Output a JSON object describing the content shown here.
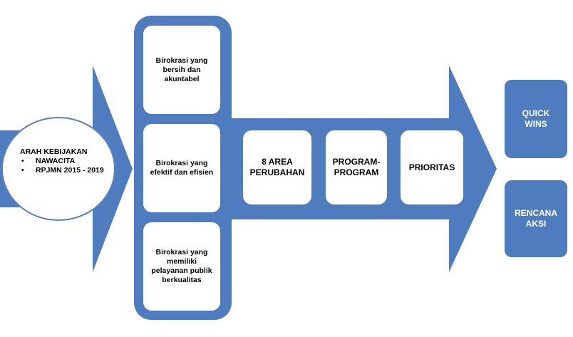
{
  "left_circle": {
    "heading": "ARAH KEBIJAKAN",
    "bullets": [
      "NAWACITA",
      "RPJMN 2015 - 2019"
    ]
  },
  "column_boxes": [
    {
      "label": "Birokrasi yang bersih dan akuntabel"
    },
    {
      "label": "Birokrasi yang efektif dan efisien"
    },
    {
      "label": "Birokrasi yang memiliki pelayanan publik berkualitas"
    }
  ],
  "arrow_boxes": [
    {
      "label": "8 AREA PERUBAHAN"
    },
    {
      "label": "PROGRAM-PROGRAM"
    },
    {
      "label": "PRIORITAS"
    }
  ],
  "outcome_boxes": [
    {
      "label": "QUICK WINS"
    },
    {
      "label": "RENCANA AKSI"
    }
  ],
  "colors": {
    "primary_blue": "#4e7cbf",
    "white": "#ffffff",
    "circle_border": "#5b82bf",
    "text": "#000000"
  }
}
